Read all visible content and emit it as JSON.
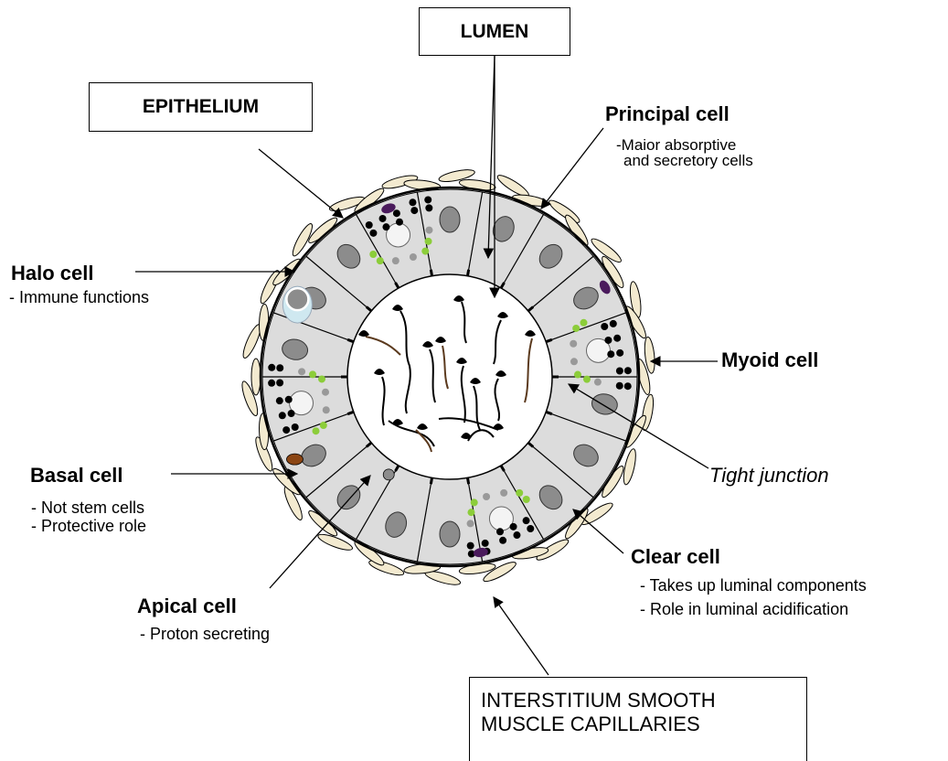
{
  "labels": {
    "lumen": "LUMEN",
    "epithelium": "EPITHELIUM",
    "principal_title": "Principal cell",
    "principal_desc": [
      "-Maior absorptive",
      "and secretory cells"
    ],
    "halo_title": "Halo cell",
    "halo_desc": "- Immune functions",
    "myoid_title": "Myoid cell",
    "tight_junction": "Tight junction",
    "basal_title": "Basal cell",
    "basal_desc": [
      "- Not stem cells",
      "- Protective role"
    ],
    "clear_title": "Clear cell",
    "clear_desc": [
      "- Takes up luminal components",
      "- Role in luminal acidification"
    ],
    "apical_title": "Apical cell",
    "apical_desc": "- Proton secreting",
    "interstitium": [
      "INTERSTITIUM SMOOTH",
      "MUSCLE CAPILLARIES"
    ]
  },
  "colors": {
    "cell_fill": "#dcdcdc",
    "nucleus": "#8c8c8c",
    "wall": "#f3ead0",
    "granule_green": "#8ccd3a",
    "granule_grey": "#999999",
    "granule_black": "#000000",
    "halo_blue": "#cfe8f0",
    "purple": "#4a1a5c",
    "brown": "#8b4513",
    "sperm_brown": "#5b3a1e"
  }
}
